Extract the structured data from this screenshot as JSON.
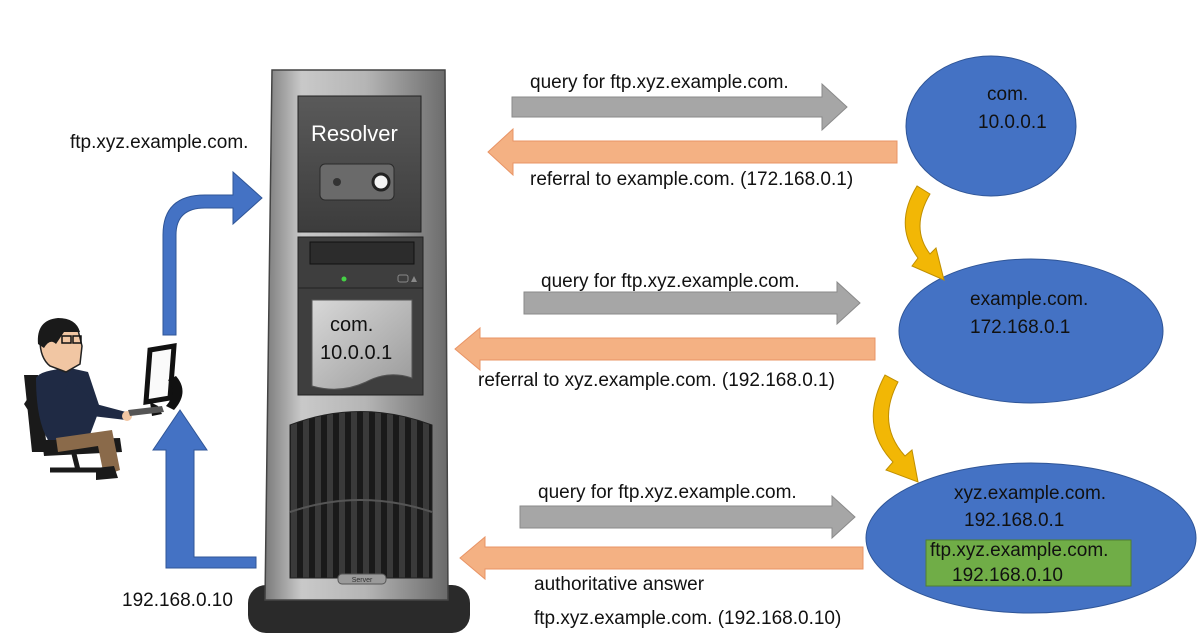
{
  "client": {
    "query_name": "ftp.xyz.example.com.",
    "ip": "192.168.0.10"
  },
  "resolver": {
    "title": "Resolver",
    "cache": {
      "name": "com.",
      "ip": "10.0.0.1"
    },
    "badge": "Server"
  },
  "servers": [
    {
      "name": "com.",
      "ip": "10.0.0.1"
    },
    {
      "name": "example.com.",
      "ip": "172.168.0.1"
    },
    {
      "name": "xyz.example.com.",
      "ip": "192.168.0.1"
    }
  ],
  "record": {
    "name": "ftp.xyz.example.com.",
    "ip": "192.168.0.10"
  },
  "exchanges": [
    {
      "query": "query for ftp.xyz.example.com.",
      "reply": "referral to example.com. (172.168.0.1)"
    },
    {
      "query": "query for ftp.xyz.example.com.",
      "reply": "referral to xyz.example.com. (192.168.0.1)"
    },
    {
      "query": "query for ftp.xyz.example.com.",
      "reply": "authoritative answer",
      "reply_line2": "ftp.xyz.example.com. (192.168.0.10)"
    }
  ],
  "colors": {
    "server_node": "#4472c4",
    "query_arrow": "#a6a6a6",
    "reply_arrow": "#f4b183",
    "client_arrow": "#4472c4",
    "delegation_arrow": "#f2b705",
    "record_box": "#70ad47"
  }
}
